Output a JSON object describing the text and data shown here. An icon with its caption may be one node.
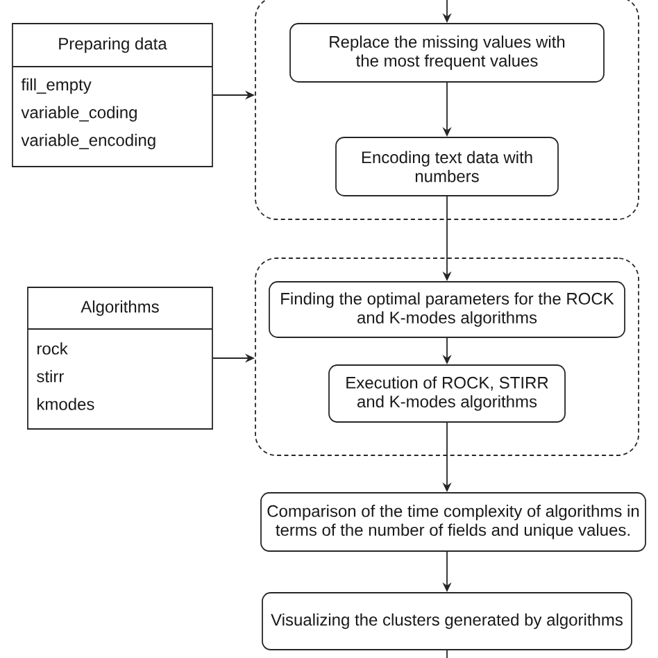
{
  "diagram": {
    "nodes": [
      {
        "text": [
          "Preparing data",
          "fill_empty",
          "variable_coding",
          "variable_encoding"
        ]
      },
      {
        "text": [],
        "shape": "box"
      },
      {
        "text": [
          "Replace the missing values with the most frequent values"
        ],
        "in": 1
      },
      {
        "text": [
          "Encoding text data with numbers"
        ],
        "in": 1
      },
      {
        "text": [
          "Algorithms",
          "rock",
          "stirr",
          "kmodes"
        ]
      },
      {
        "text": [],
        "shape": "box"
      },
      {
        "text": [
          "Finding the optimal parameters for the ROCK and K-modes algorithms"
        ],
        "in": 5
      },
      {
        "text": [
          "Execution of ROCK, STIRR and K-modes algorithms"
        ],
        "in": 5
      },
      {
        "text": [
          "Comparison of the time complexity of algorithms in terms of the number of fields and unique values."
        ]
      },
      {
        "text": [
          "Visualizing the clusters generated by algorithms"
        ]
      }
    ],
    "edges": [
      {
        "from": null,
        "to": 2,
        "arrow": "to"
      },
      {
        "from": 2,
        "to": 3,
        "arrow": "to"
      },
      {
        "from": 0,
        "to": 1,
        "arrow": "to"
      },
      {
        "from": 3,
        "to": 6,
        "arrow": "to"
      },
      {
        "from": 6,
        "to": 7,
        "arrow": "to"
      },
      {
        "from": 4,
        "to": 5,
        "arrow": "to"
      },
      {
        "from": 7,
        "to": 8,
        "arrow": "to"
      },
      {
        "from": 8,
        "to": 9,
        "arrow": "to"
      },
      {
        "from": 9,
        "to": null,
        "arrow": "none"
      }
    ]
  }
}
